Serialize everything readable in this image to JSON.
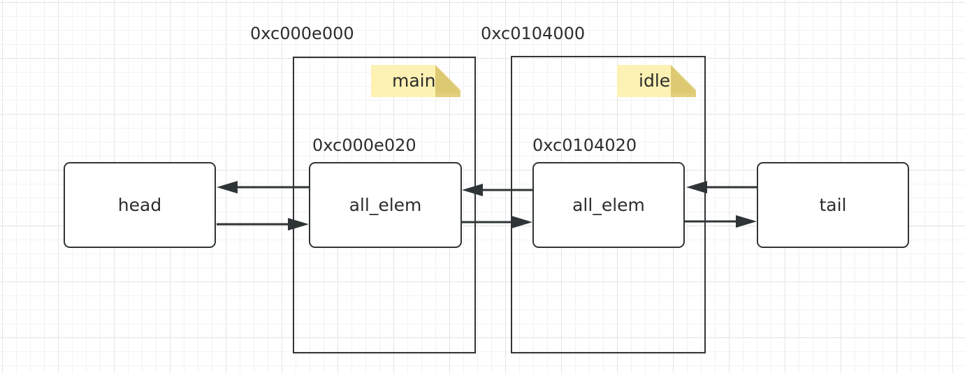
{
  "blocks": [
    {
      "address": "0xc000e000",
      "note": "main",
      "elem_address": "0xc000e020",
      "elem_label": "all_elem"
    },
    {
      "address": "0xc0104000",
      "note": "idle",
      "elem_address": "0xc0104020",
      "elem_label": "all_elem"
    }
  ],
  "head_label": "head",
  "tail_label": "tail",
  "colors": {
    "stroke": "#2f3436",
    "note_fill": "#fdf2b3",
    "note_fold": "#e2cf7e"
  }
}
